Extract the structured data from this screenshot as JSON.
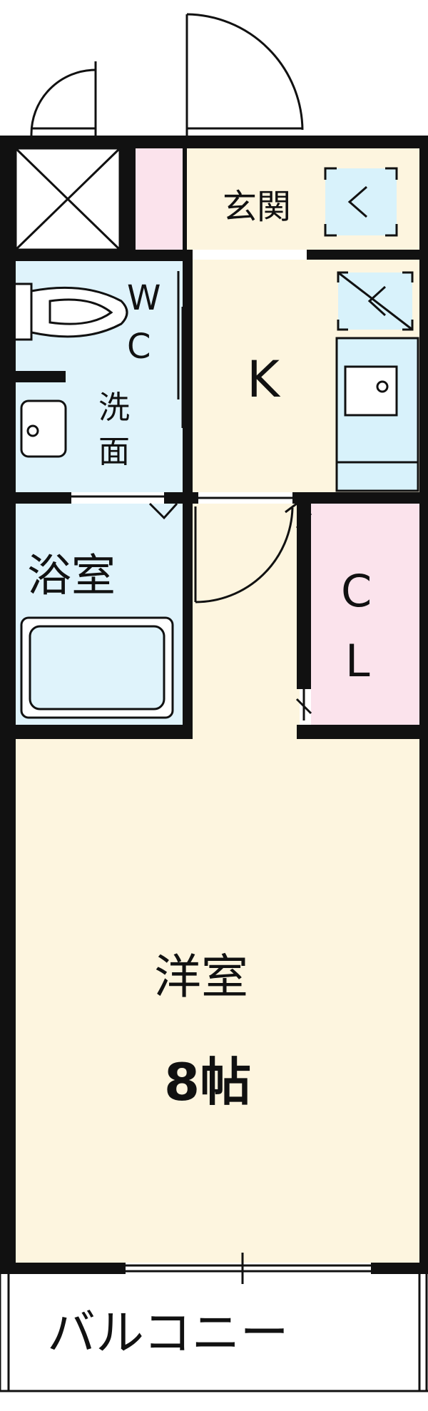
{
  "rooms": {
    "genkan": "玄関",
    "kitchen": "K",
    "wc_w": "W",
    "wc_c": "C",
    "senmen_1": "洗",
    "senmen_2": "面",
    "bath": "浴室",
    "closet_c": "C",
    "closet_l": "L",
    "western": "洋室",
    "western_size": "8帖",
    "balcony": "バルコニー"
  },
  "colors": {
    "wall": "#111111",
    "cream": "#fdf5df",
    "blue": "#dff3fb",
    "pink": "#fbe3ec",
    "storage_blue": "#d8f2fb"
  }
}
